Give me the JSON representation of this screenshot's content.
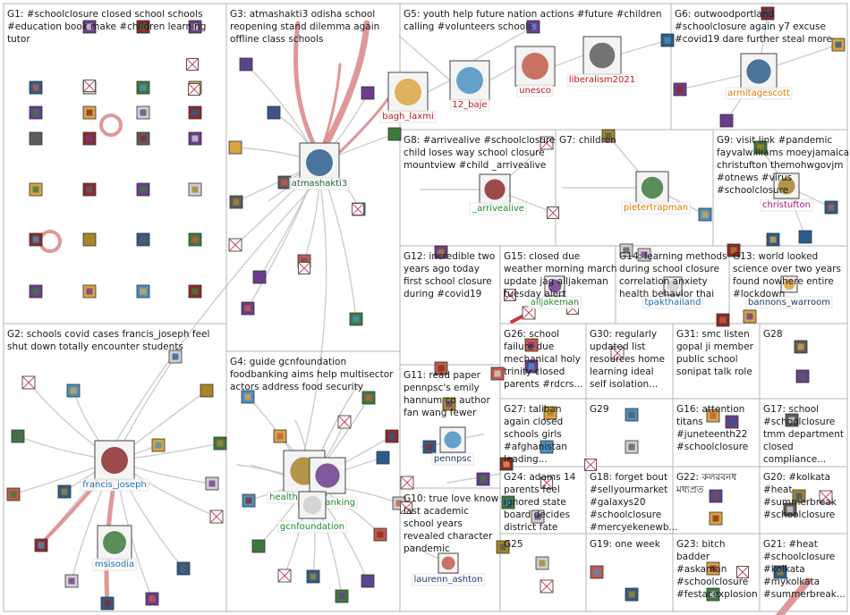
{
  "groups": [
    {
      "id": "G1",
      "label": "G1: #schoolclosure closed school schools #education book make #children learning tutor"
    },
    {
      "id": "G2",
      "label": "G2: schools covid cases francis_joseph feel shut down totally encounter students"
    },
    {
      "id": "G3",
      "label": "G3: atmashakti3 odisha school reopening stand dilemma again offline class schools"
    },
    {
      "id": "G4",
      "label": "G4: guide gcnfoundation foodbanking aims help multisector actors address food security"
    },
    {
      "id": "G5",
      "label": "G5: youth help future nation actions #future #children calling #volunteers schools"
    },
    {
      "id": "G6",
      "label": "G6: outwoodportland #schoolclosure again y7 excuse #covid19 dare further steal more"
    },
    {
      "id": "G7",
      "label": "G7: children"
    },
    {
      "id": "G8",
      "label": "G8: #arrivealive #schoolclosure child loses way school closure mountview #child _arrivealive"
    },
    {
      "id": "G9",
      "label": "G9: visit link #pandemic fayvalwilliams moeyjamaica christufton themohwgovjm #otnews #virus #schoolclosure"
    },
    {
      "id": "G10",
      "label": "G10: true love know last academic school years revealed character pandemic"
    },
    {
      "id": "G11",
      "label": "G11: read paper pennpsc's emily hannum co author fan wang fewer"
    },
    {
      "id": "G12",
      "label": "G12: incredible two years ago today first school closure during #covid19"
    },
    {
      "id": "G13",
      "label": "G13: world looked science over two years found nowhere entire #lockdown"
    },
    {
      "id": "G14",
      "label": "G14: learning methods during school closure correlation anxiety health behavior thai"
    },
    {
      "id": "G15",
      "label": "G15: closed due weather morning march update jag alljakeman tuesday alert"
    },
    {
      "id": "G16",
      "label": "G16: attention titans #juneteenth22 #schoolclosure"
    },
    {
      "id": "G17",
      "label": "G17: school #schoolclosure tmm department closed compliance..."
    },
    {
      "id": "G18",
      "label": "G18: forget bout #sellyourmarket #galaxys20 #schoolclosure #mercyekenewb..."
    },
    {
      "id": "G19",
      "label": "G19: one week"
    },
    {
      "id": "G20",
      "label": "G20: #kolkata #heat #summerbreak #schoolclosure"
    },
    {
      "id": "G21",
      "label": "G21: #heat #schoolclosure #kolkata #mykolkata #summerbreak..."
    },
    {
      "id": "G22",
      "label": "G22: কলরবনধ মধ্যপ্রত"
    },
    {
      "id": "G23",
      "label": "G23: bitch badder #askaman #schoolclosure #festacexplosion"
    },
    {
      "id": "G24",
      "label": "G24: adams 14 parents feel ignored state board decides district fate"
    },
    {
      "id": "G25",
      "label": "G25"
    },
    {
      "id": "G26",
      "label": "G26: school failure due mechanical holy trinity closed parents #rdcrs..."
    },
    {
      "id": "G27",
      "label": "G27: taliban again closed schools girls #afghanistan leading..."
    },
    {
      "id": "G28",
      "label": "G28"
    },
    {
      "id": "G29",
      "label": "G29"
    },
    {
      "id": "G30",
      "label": "G30: regularly updated list resources home learning ideal self isolation..."
    },
    {
      "id": "G31",
      "label": "G31: smc listen gopal ji member public school sonipat talk role"
    }
  ],
  "nodes": [
    {
      "name": "atmashakti3",
      "color": "#1f6b3a"
    },
    {
      "name": "francis_joseph",
      "color": "#1a6fb0"
    },
    {
      "name": "msisodia",
      "color": "#1a6fb0"
    },
    {
      "name": "healthedures",
      "color": "#1f8a2a"
    },
    {
      "name": "foodbanking",
      "color": "#1f8a2a"
    },
    {
      "name": "gcnfoundation",
      "color": "#1f8a2a"
    },
    {
      "name": "bagh_laxmi",
      "color": "#c0151b"
    },
    {
      "name": "12_baje",
      "color": "#c0151b"
    },
    {
      "name": "unesco",
      "color": "#c0151b"
    },
    {
      "name": "liberalism2021",
      "color": "#c0151b"
    },
    {
      "name": "armitagescott",
      "color": "#e07b00"
    },
    {
      "name": "_arrivealive",
      "color": "#1f8a2a"
    },
    {
      "name": "pietertrapman",
      "color": "#e07b00"
    },
    {
      "name": "christufton",
      "color": "#a3157a"
    },
    {
      "name": "alljakeman",
      "color": "#1f8a2a"
    },
    {
      "name": "tpakthailand",
      "color": "#1a6fb0"
    },
    {
      "name": "bannons_warroom",
      "color": "#1a3a6b"
    },
    {
      "name": "pennpsc",
      "color": "#1a3a6b"
    },
    {
      "name": "laurenn_ashton",
      "color": "#1a3a6b"
    }
  ]
}
